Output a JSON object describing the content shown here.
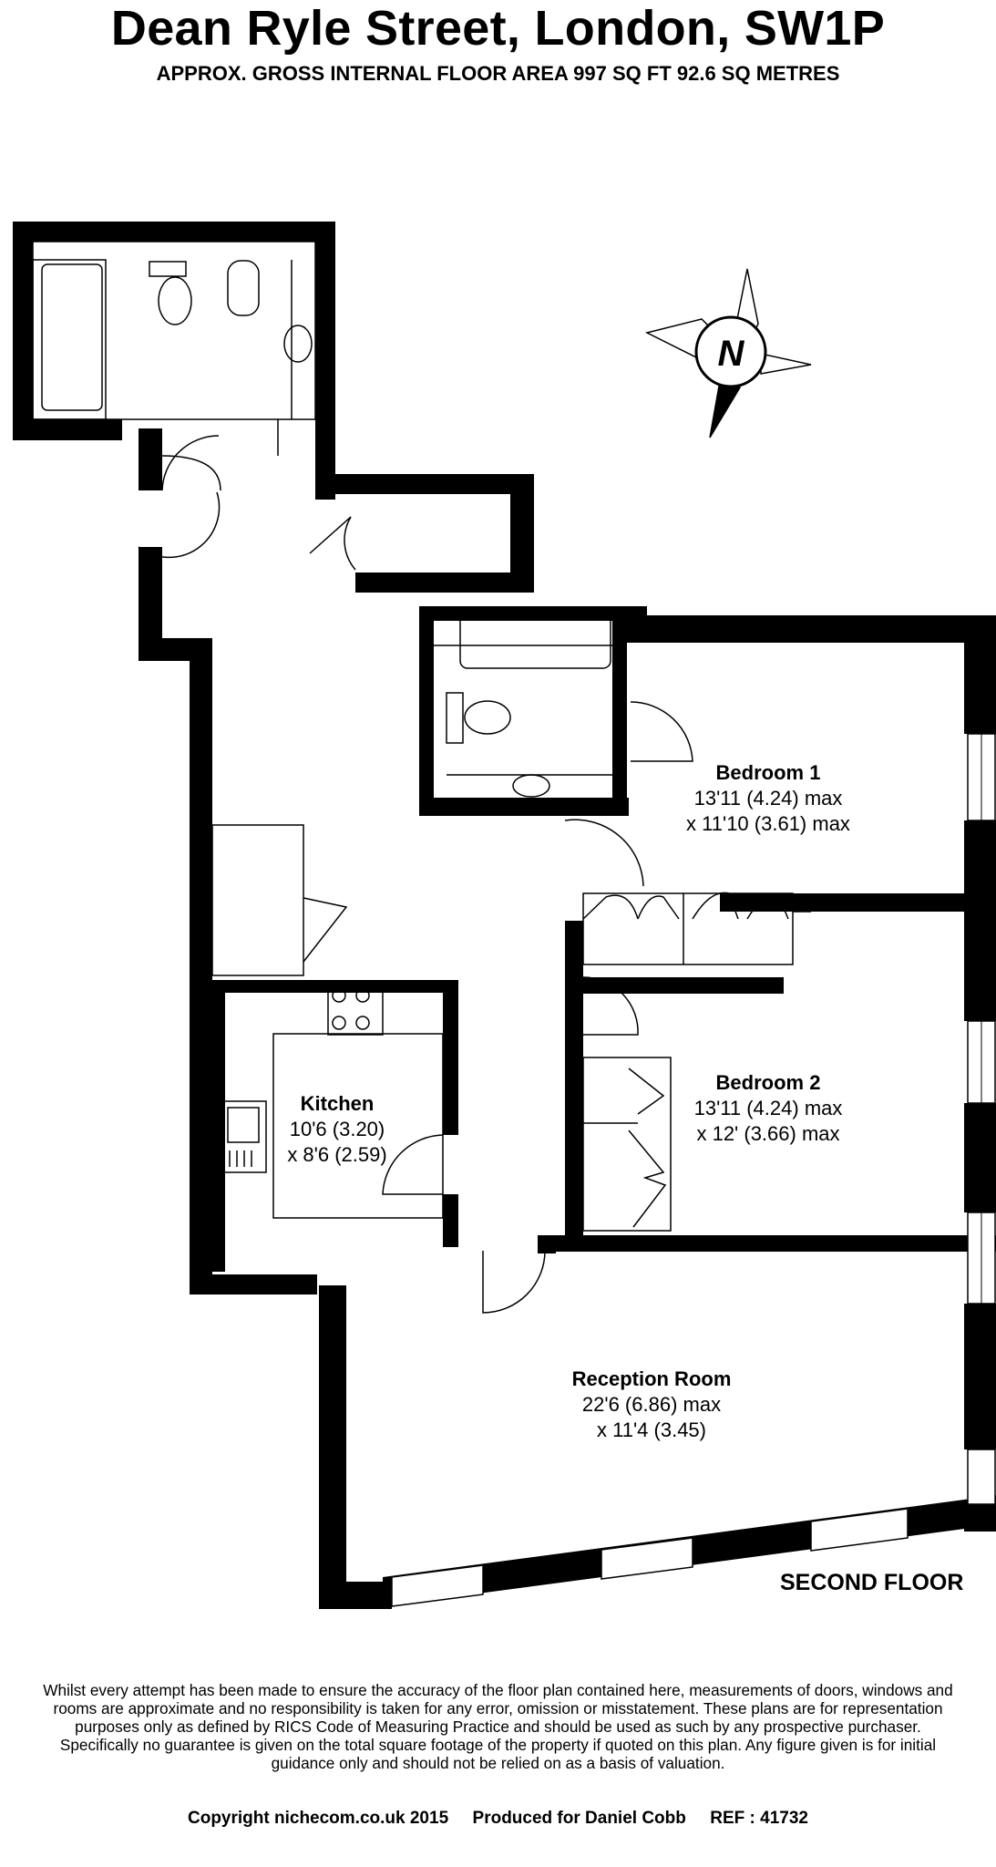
{
  "title": "Dean Ryle Street, London, SW1P",
  "subtitle": "APPROX. GROSS INTERNAL FLOOR AREA 997 SQ FT 92.6 SQ METRES",
  "compass": {
    "letter": "N"
  },
  "floor_label": "SECOND FLOOR",
  "rooms": {
    "bedroom1": {
      "name": "Bedroom 1",
      "line1": "13'11 (4.24) max",
      "line2": "x 11'10 (3.61) max"
    },
    "bedroom2": {
      "name": "Bedroom 2",
      "line1": "13'11 (4.24) max",
      "line2": "x 12' (3.66) max"
    },
    "kitchen": {
      "name": "Kitchen",
      "line1": "10'6 (3.20)",
      "line2": "x 8'6 (2.59)"
    },
    "reception": {
      "name": "Reception Room",
      "line1": "22'6 (6.86) max",
      "line2": "x 11'4 (3.45)"
    }
  },
  "disclaimer": [
    "Whilst every attempt has been made to ensure the accuracy of the floor plan contained here, measurements of doors, windows and",
    "rooms are approximate and no responsibility is taken for any error, omission or misstatement. These plans are for representation",
    "purposes only as defined by RICS Code of Measuring Practice and should be used as such by any prospective purchaser.",
    "Specifically no guarantee is given on the total square footage of the property if quoted on this plan. Any figure given is for initial",
    "guidance only and should not be relied on as a basis of valuation."
  ],
  "copyright": "Copyright nichecom.co.uk 2015     Produced for Daniel Cobb     REF : 41732"
}
